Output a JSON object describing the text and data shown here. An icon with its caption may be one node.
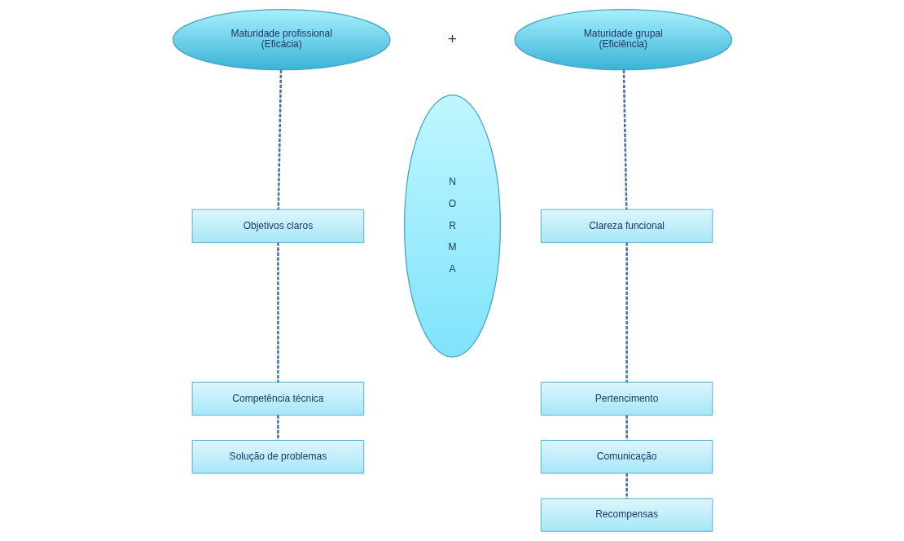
{
  "diagram": {
    "nodes": [
      {
        "text": [
          "Maturidade profissional",
          "(Eficácia)"
        ]
      },
      {
        "text": [
          "Objetivos claros"
        ]
      },
      {
        "text": [
          "Competência técnica"
        ]
      },
      {
        "text": [
          "Solução de problemas"
        ]
      },
      {
        "text": [
          "N O R M A"
        ]
      },
      {
        "text": [
          "Maturidade grupal",
          "(Eficiência)"
        ]
      },
      {
        "text": [
          "Clareza funcional"
        ]
      },
      {
        "text": [
          "Pertencimento"
        ]
      },
      {
        "text": [
          "Comunicação"
        ]
      },
      {
        "text": [
          "Recompensas"
        ]
      }
    ],
    "edges": [
      {
        "from": 0,
        "to": 1,
        "arrow": "none",
        "style": "dashed"
      },
      {
        "from": 1,
        "to": 2,
        "arrow": "none",
        "style": "dashed"
      },
      {
        "from": 2,
        "to": 3,
        "arrow": "none",
        "style": "dashed"
      },
      {
        "from": 5,
        "to": 6,
        "arrow": "none",
        "style": "dashed"
      },
      {
        "from": 6,
        "to": 7,
        "arrow": "none",
        "style": "dashed"
      },
      {
        "from": 7,
        "to": 8,
        "arrow": "none",
        "style": "dashed"
      },
      {
        "from": 8,
        "to": 9,
        "arrow": "none",
        "style": "dashed"
      }
    ],
    "labels": [
      "+"
    ]
  }
}
